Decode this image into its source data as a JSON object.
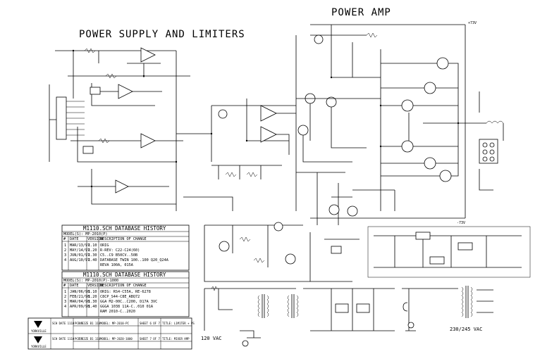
{
  "titles": {
    "power_amp": "POWER AMP",
    "power_supply": "POWER SUPPLY AND LIMITERS"
  },
  "mains": {
    "left": "120 VAC",
    "right": "230/245 VAC"
  },
  "rails": {
    "pos": "+73V",
    "neg": "-73V"
  },
  "history_1": {
    "title": "M1110.SCH DATABASE HISTORY",
    "model": "MODEL(S): MP-2010(P)",
    "columns": [
      "#",
      "DATE",
      "VERSION",
      "DESCRIPTION OF CHANGE"
    ],
    "rows": [
      [
        "1",
        "MAR/13/97",
        "1.10",
        "ORIG"
      ],
      [
        "2",
        "MAY/14/97",
        "1.20",
        "R-REV: C22-C24(60)"
      ],
      [
        "3",
        "JUN/01/97",
        "1.30",
        "C5..C9 B50CV..50B"
      ],
      [
        "4",
        "AUG/10/97",
        "1.40",
        "DATABASE TWIN 100..100 Q20_Q24A"
      ],
      [
        "",
        "",
        "",
        "REVA 100A, 015A"
      ]
    ]
  },
  "history_2": {
    "title": "M1110.SCH DATABASE HISTORY",
    "model": "MODEL(S): MP-2010(P)-1000",
    "columns": [
      "#",
      "DATE",
      "VERSION",
      "DESCRIPTION OF CHANGE"
    ],
    "rows": [
      [
        "1",
        "JAN/06/98",
        "1.10",
        "ORIG: RS4-C55A, RE-6278"
      ],
      [
        "2",
        "FEB/21/98",
        "1.20",
        "C8CP_S44-C8E_ABQ72"
      ],
      [
        "3",
        "MAR/04/98",
        "1.30",
        "GGA M2-00C..C200, D17A 3VC"
      ],
      [
        "4",
        "APR/09/98",
        "1.40",
        "GGGA 1038 11A-C..010 01A"
      ],
      [
        "",
        "",
        "",
        "RAM 2010-C..2020"
      ]
    ]
  },
  "title_block": {
    "company_1": "YORKVILLE",
    "company_2": "YORKVILLE",
    "file_1": "SCH DATE 1110 - 4R",
    "file_2": "SCH DATE 1110 - 5R",
    "pcb_1": "PCB SIZE B1 110",
    "pcb_2": "PCB SIZE B1 110",
    "model_1": "MODEL: MP-2010-PC",
    "model_2": "MODEL: MP-2020-1000",
    "sheet_1": "SHEET 6 OF 7",
    "sheet_2": "SHEET 7 OF 7",
    "title_1": "TITLE: L1M1TER + PS",
    "title_2": "TITLE: MIXER AMP"
  }
}
